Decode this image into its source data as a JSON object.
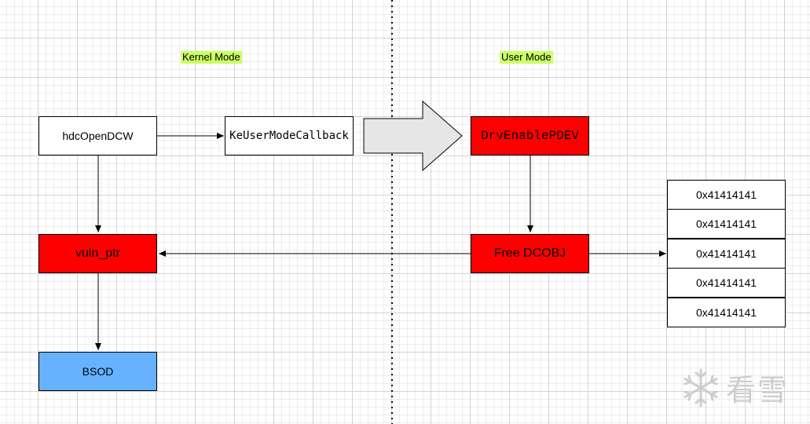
{
  "labels": {
    "kernel_mode": "Kernel Mode",
    "user_mode": "User Mode"
  },
  "nodes": {
    "hdc_open_dcw": "hdcOpenDCW",
    "ke_user_mode_callback": "KeUserModeCallback",
    "drv_enable_pdev": "DrvEnablePDEV",
    "vuln_ptr": "vuln_ptr",
    "free_dcobj": "Free DCOBJ",
    "bsod": "BSOD"
  },
  "memory_cells": [
    "0x41414141",
    "0x41414141",
    "0x41414141",
    "0x41414141",
    "0x41414141"
  ],
  "watermark": {
    "text": "看雪",
    "icon": "snowflake-icon"
  },
  "colors": {
    "label_highlight": "#ccff66",
    "red_node": "#ff0000",
    "blue_node": "#66b2ff",
    "big_arrow_fill": "#e6e6e6"
  }
}
